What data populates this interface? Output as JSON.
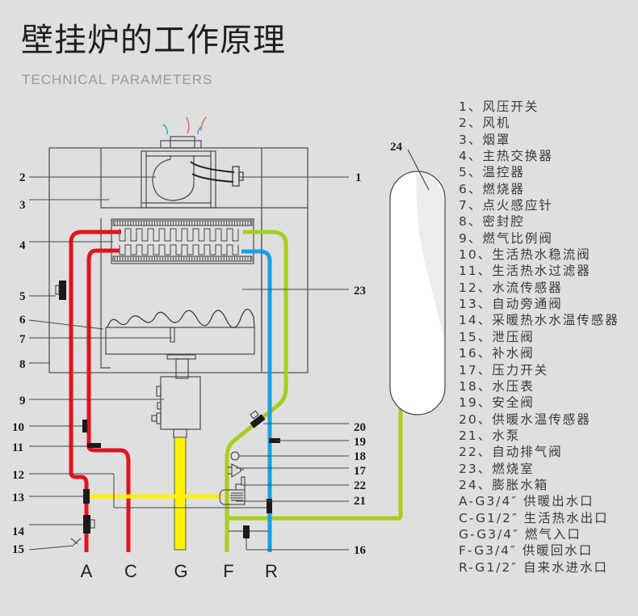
{
  "header": {
    "title": "壁挂炉的工作原理",
    "subtitle": "TECHNICAL PARAMETERS"
  },
  "diagram": {
    "callouts": [
      "1",
      "2",
      "3",
      "4",
      "5",
      "6",
      "7",
      "8",
      "9",
      "10",
      "11",
      "12",
      "13",
      "14",
      "15",
      "16",
      "17",
      "18",
      "19",
      "20",
      "21",
      "22",
      "23",
      "24"
    ],
    "ports": [
      "A",
      "C",
      "G",
      "F",
      "R"
    ],
    "pipe_colors": {
      "heating_supply": "#e3121b",
      "hot_water": "#e3121b",
      "gas": "#fff200",
      "heating_return": "#a6ce1e",
      "cold_water": "#1aa0e0"
    }
  },
  "legend": {
    "items": [
      "1、风压开关",
      "2、风机",
      "3、烟罩",
      "4、主热交换器",
      "5、温控器",
      "6、燃烧器",
      "7、点火感应针",
      "8、密封腔",
      "9、燃气比例阀",
      "10、生活热水稳流阀",
      "11、生活热水过滤器",
      "12、水流传感器",
      "13、自动旁通阀",
      "14、采暖热水水温传感器",
      "15、泄压阀",
      "16、补水阀",
      "17、压力开关",
      "18、水压表",
      "19、安全阀",
      "20、供暖水温传感器",
      "21、水泵",
      "22、自动排气阀",
      "23、燃烧室",
      "24、膨胀水箱",
      "A-G3/4″ 供暖出水口",
      "C-G1/2″ 生活热水出口",
      "G-G3/4″ 燃气入口",
      "F-G3/4″ 供暖回水口",
      "R-G1/2″ 自来水进水口"
    ]
  }
}
